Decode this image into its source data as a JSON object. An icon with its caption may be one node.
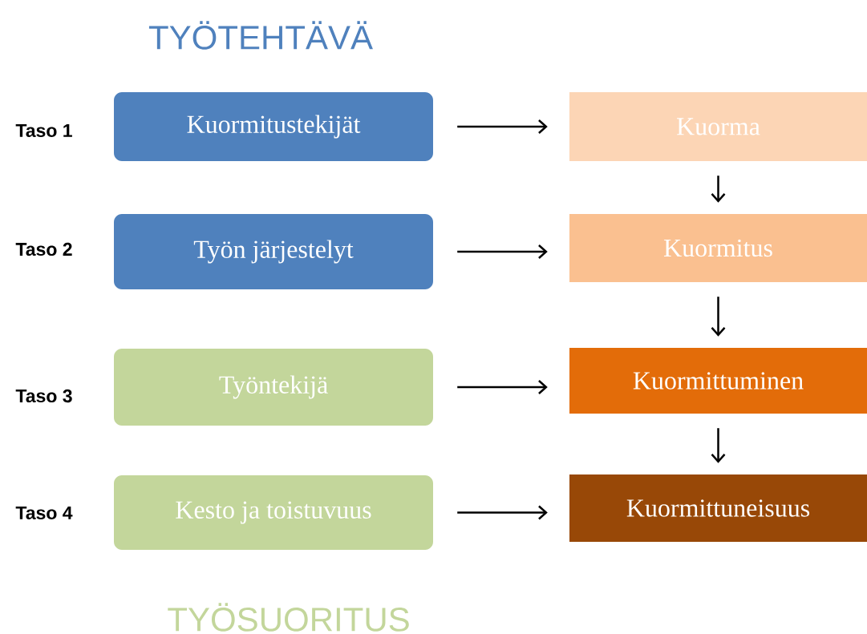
{
  "diagram": {
    "title": "TYÖTEHTÄVÄ",
    "nodes": [
      {
        "text": [
          "Kuormitustekijät"
        ]
      },
      {
        "text": [
          "Kuorma"
        ]
      },
      {
        "text": [
          "Työn järjestelyt"
        ]
      },
      {
        "text": [
          "Kuormitus"
        ]
      },
      {
        "text": [
          "Työntekijä"
        ]
      },
      {
        "text": [
          "Kuormittuminen"
        ]
      },
      {
        "text": [
          "Kesto ja toistuvuus"
        ]
      },
      {
        "text": [
          "Kuormittuneisuus"
        ]
      }
    ],
    "edges": [
      {
        "from": 0,
        "to": 1,
        "arrow": "to"
      },
      {
        "from": 1,
        "to": 3,
        "arrow": "to"
      },
      {
        "from": 2,
        "to": 3,
        "arrow": "to"
      },
      {
        "from": 3,
        "to": 5,
        "arrow": "to"
      },
      {
        "from": 4,
        "to": 5,
        "arrow": "to"
      },
      {
        "from": 5,
        "to": 7,
        "arrow": "to"
      },
      {
        "from": 6,
        "to": 7,
        "arrow": "to"
      }
    ],
    "labels": [
      "Taso 1",
      "Taso 2",
      "Taso 3",
      "Taso 4",
      "TYÖSUORITUS"
    ]
  }
}
